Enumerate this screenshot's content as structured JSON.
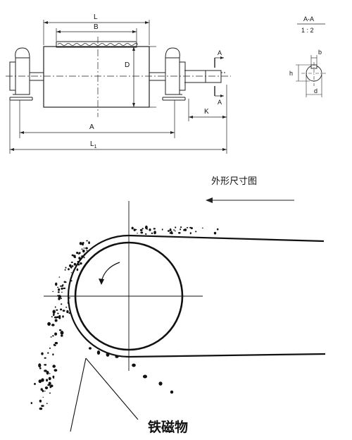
{
  "dimensions": {
    "L": "L",
    "B": "B",
    "D": "D",
    "A": "A",
    "L1": "L",
    "L1_sub": "1",
    "K": "K",
    "section_marker": "A"
  },
  "section": {
    "title": "A-A",
    "scale": "1 : 2",
    "b": "b",
    "h": "h",
    "d": "d"
  },
  "caption": "外形尺寸图",
  "material_label": "铁磁物"
}
